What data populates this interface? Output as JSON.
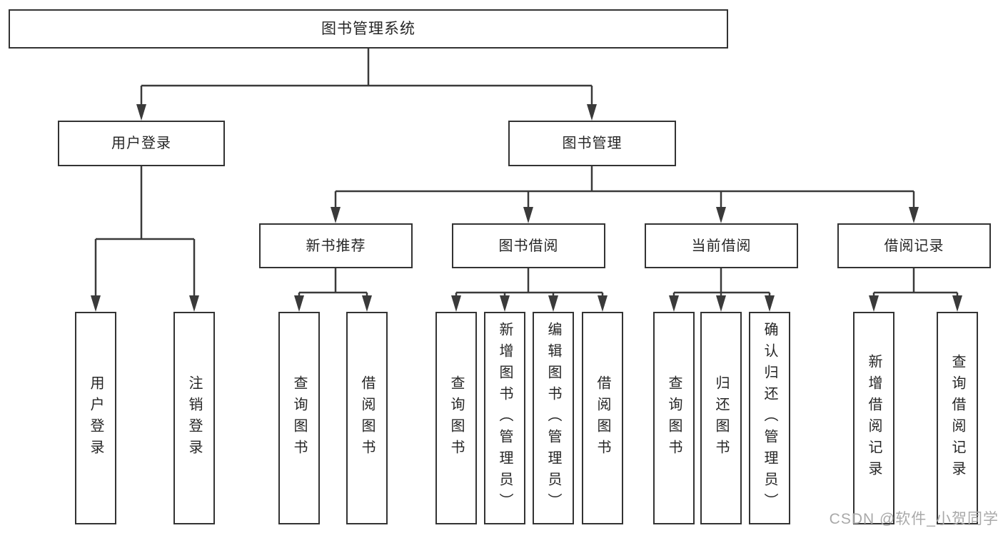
{
  "tree": {
    "label": "图书管理系统",
    "children": [
      {
        "label": "用户登录",
        "children": [
          {
            "label": "用户登录"
          },
          {
            "label": "注销登录"
          }
        ]
      },
      {
        "label": "图书管理",
        "children": [
          {
            "label": "新书推荐",
            "children": [
              {
                "label": "查询图书"
              },
              {
                "label": "借阅图书"
              }
            ]
          },
          {
            "label": "图书借阅",
            "children": [
              {
                "label": "查询图书"
              },
              {
                "label": "新增图书（管理员）"
              },
              {
                "label": "编辑图书（管理员）"
              },
              {
                "label": "借阅图书"
              }
            ]
          },
          {
            "label": "当前借阅",
            "children": [
              {
                "label": "查询图书"
              },
              {
                "label": "归还图书"
              },
              {
                "label": "确认归还（管理员）"
              }
            ]
          },
          {
            "label": "借阅记录",
            "children": [
              {
                "label": "新增借阅记录"
              },
              {
                "label": "查询借阅记录"
              }
            ]
          }
        ]
      }
    ]
  },
  "watermark": {
    "text": "CSDN @软件_小贺同学"
  },
  "colors": {
    "line": "#3a3a3a",
    "box_border": "#333333",
    "text": "#262626",
    "watermark": "#a9a9a9",
    "background": "#ffffff"
  }
}
